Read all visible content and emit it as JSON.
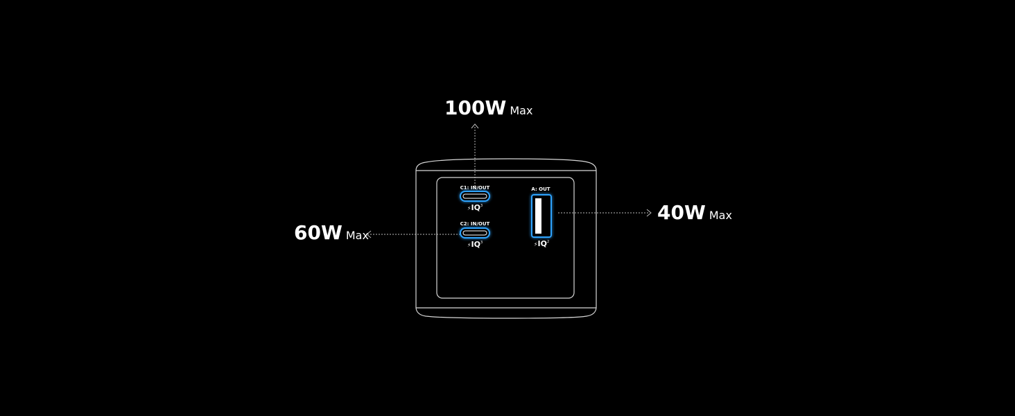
{
  "ports": {
    "c1": {
      "label": "C1: IN/OUT",
      "tech": "IQ",
      "tech_sup": "3",
      "power": "100W",
      "power_unit": "Max"
    },
    "c2": {
      "label": "C2: IN/OUT",
      "tech": "IQ",
      "tech_sup": "3",
      "power": "60W",
      "power_unit": "Max"
    },
    "a": {
      "label": "A: OUT",
      "tech": "IQ",
      "tech_sup": "2",
      "power": "40W",
      "power_unit": "Max"
    }
  },
  "colors": {
    "background": "#000000",
    "outline": "#d8d8d8",
    "port_glow": "#2fa4ff",
    "callout_line": "#bdbdbd",
    "text": "#ffffff"
  },
  "icons": {
    "charging_mark": "lightning-bolt-icon"
  }
}
